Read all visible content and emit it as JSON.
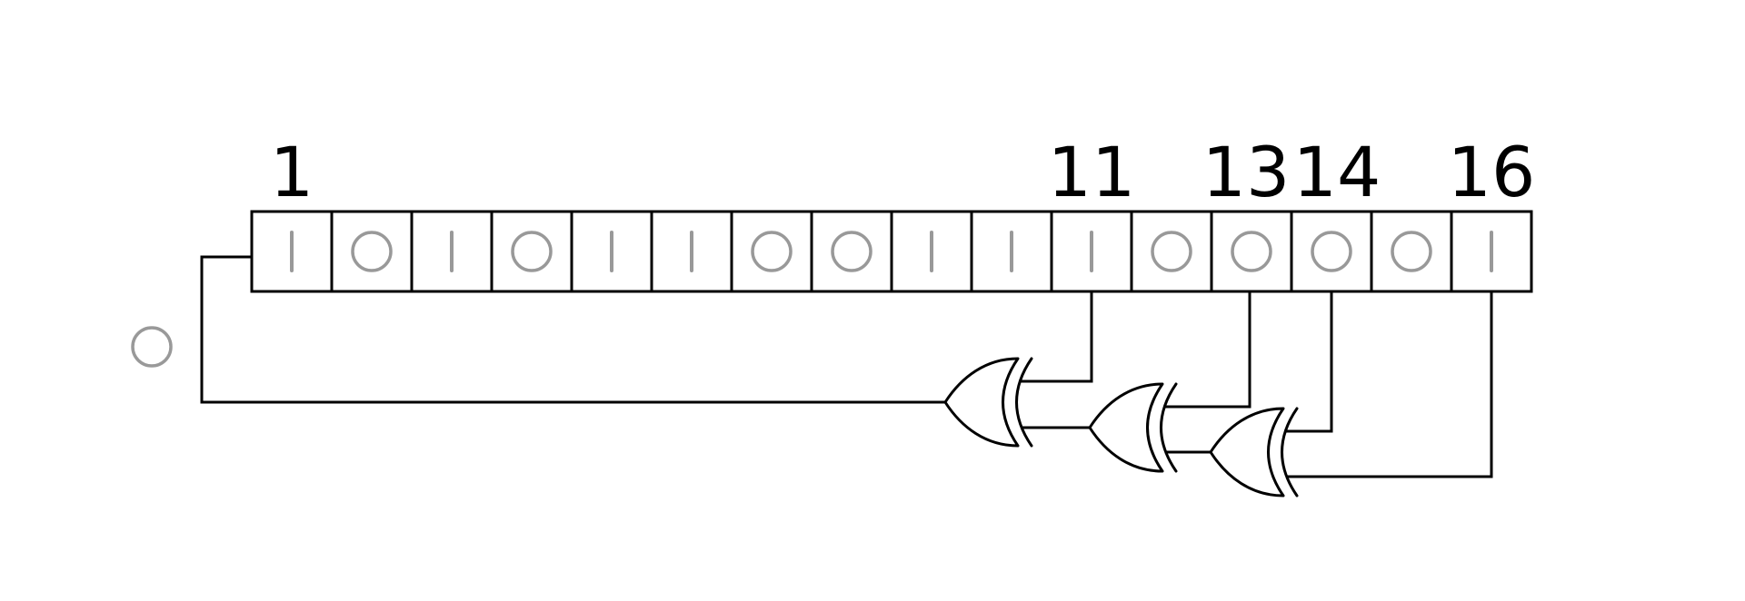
{
  "register": {
    "bits": [
      1,
      0,
      1,
      0,
      1,
      1,
      0,
      0,
      1,
      1,
      1,
      0,
      0,
      0,
      0,
      1
    ],
    "tap_labels": [
      {
        "position": 1,
        "text": "1"
      },
      {
        "position": 11,
        "text": "11"
      },
      {
        "position": 13,
        "text": "13"
      },
      {
        "position": 14,
        "text": "14"
      },
      {
        "position": 16,
        "text": "16"
      }
    ],
    "bit_colors": {
      "symbol": "#999999",
      "outline": "#000000"
    }
  },
  "output_bit": 0,
  "gates": [
    {
      "type": "xor",
      "inputs": [
        "gate-2",
        "tap-11"
      ],
      "output": "feedback"
    },
    {
      "type": "xor",
      "inputs": [
        "gate-3",
        "tap-13"
      ],
      "output": "gate-1"
    },
    {
      "type": "xor",
      "inputs": [
        "tap-16",
        "tap-14"
      ],
      "output": "gate-2"
    }
  ]
}
